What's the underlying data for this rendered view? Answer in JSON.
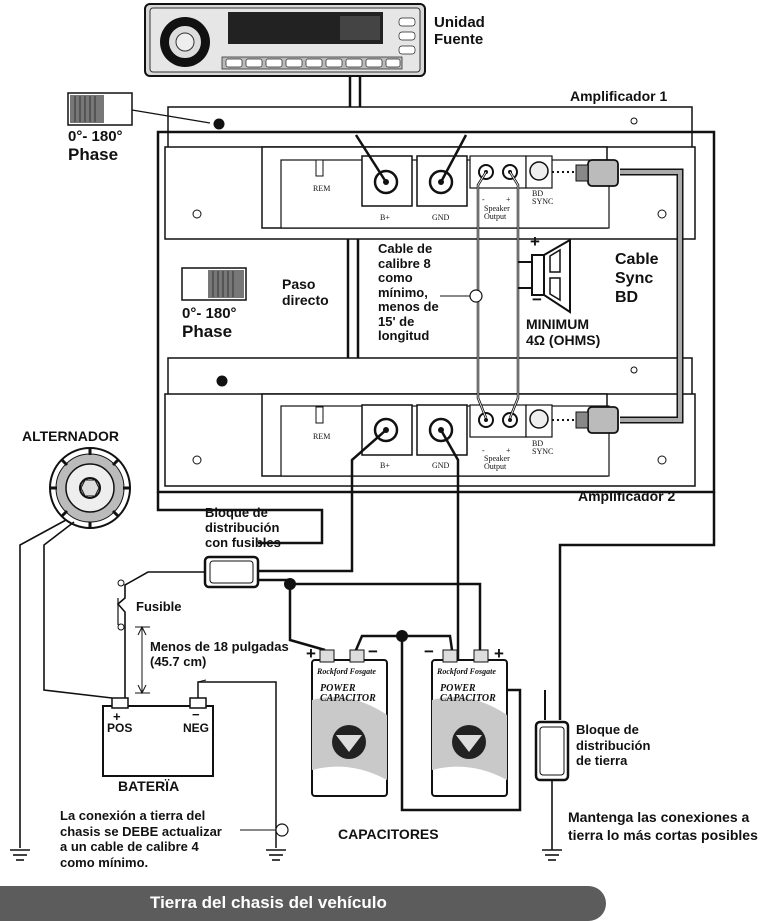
{
  "labels": {
    "head_unit": [
      "Unidad",
      "Fuente"
    ],
    "amp1": "Amplificador 1",
    "amp2": "Amplificador 2",
    "phase1": [
      "0°- 180°",
      "Phase"
    ],
    "phase2": [
      "0°- 180°",
      "Phase"
    ],
    "paso": [
      "Paso",
      "directo"
    ],
    "cable8": [
      "Cable de",
      "calibre 8",
      "como",
      "mínimo,",
      "menos de",
      "15' de",
      "longitud"
    ],
    "sync": [
      "Cable",
      "Sync",
      "BD"
    ],
    "minimum": [
      "MINIMUM",
      "4Ω (OHMS)"
    ],
    "alternador": "ALTERNADOR",
    "bloque_fus": [
      "Bloque de",
      "distribución",
      "con fusibles"
    ],
    "fusible": "Fusible",
    "menos18": [
      "Menos de 18 pulgadas",
      "(45.7 cm)"
    ],
    "bateria": "BATERÏA",
    "pos": "POS",
    "neg": "NEG",
    "plus": "+",
    "minus": "−",
    "chasis_note": [
      "La conexión a tierra del",
      "chasis se DEBE actualizar",
      "a un cable de calibre 4",
      "como mínimo."
    ],
    "capacitores": "CAPACITORES",
    "bloque_tierra": [
      "Bloque de",
      "distribución",
      "de tierra"
    ],
    "mantenga": [
      "Mantenga las conexiones a",
      "tierra lo más cortas posibles"
    ],
    "footer": "Tierra del chasis del vehículo"
  },
  "terminal_labels": {
    "rem": "REM",
    "bplus": "B+",
    "gnd": "GND",
    "speaker": [
      "Speaker",
      "Output"
    ],
    "bd": [
      "BD",
      "SYNC"
    ],
    "minus_small": "-",
    "plus_small": "+"
  },
  "capacitor_brand": [
    "Rockford Fosgate",
    "POWER",
    "CAPACITOR"
  ]
}
